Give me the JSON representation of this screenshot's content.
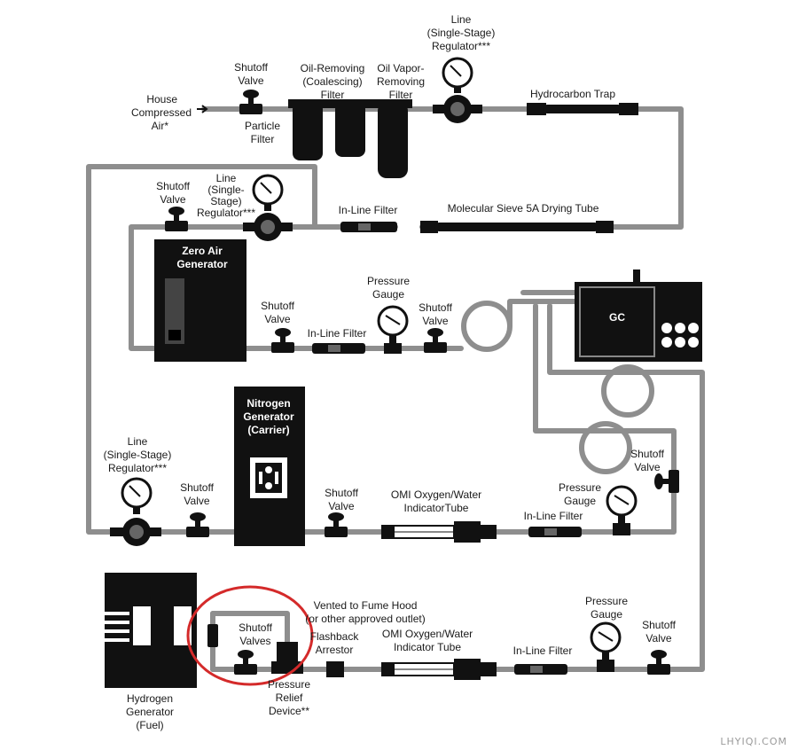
{
  "labels": {
    "house_air": [
      "House",
      "Compressed",
      "Air*"
    ],
    "top_shutoff": [
      "Shutoff",
      "Valve"
    ],
    "particle": [
      "Particle",
      "Filter"
    ],
    "oil_removing": [
      "Oil-Removing",
      "(Coalescing)",
      "Filter"
    ],
    "oil_vapor": [
      "Oil Vapor-",
      "Removing",
      "Filter"
    ],
    "top_regulator": [
      "Line",
      "(Single-Stage)",
      "Regulator***"
    ],
    "hydrocarbon": [
      "Hydrocarbon Trap"
    ],
    "za_shutoff": [
      "Shutoff",
      "Valve"
    ],
    "za_regulator": [
      "Line",
      "(Single-",
      "Stage)",
      "Regulator***"
    ],
    "za_inline": [
      "In-Line Filter"
    ],
    "mol_sieve": [
      "Molecular Sieve 5A Drying Tube"
    ],
    "zero_air": [
      "Zero Air",
      "Generator"
    ],
    "row3_shutoff1": [
      "Shutoff",
      "Valve"
    ],
    "row3_inline": [
      "In-Line Filter"
    ],
    "row3_gauge": [
      "Pressure",
      "Gauge"
    ],
    "row3_shutoff2": [
      "Shutoff",
      "Valve"
    ],
    "gc": [
      "GC"
    ],
    "nitrogen": [
      "Nitrogen",
      "Generator",
      "(Carrier)"
    ],
    "row4_regulator": [
      "Line",
      "(Single-Stage)",
      "Regulator***"
    ],
    "row4_shutoff1": [
      "Shutoff",
      "Valve"
    ],
    "row4_shutoff2": [
      "Shutoff",
      "Valve"
    ],
    "row4_omi": [
      "OMI Oxygen/Water",
      "IndicatorTube"
    ],
    "row4_inline": [
      "In-Line Filter"
    ],
    "row4_gauge": [
      "Pressure",
      "Gauge"
    ],
    "row4_shutoff_right": [
      "Shutoff",
      "Valve"
    ],
    "vented": [
      "Vented to Fume Hood",
      "(or other approved outlet)"
    ],
    "h2_shutoffs": [
      "Shutoff",
      "Valves"
    ],
    "flashback": [
      "Flashback",
      "Arrestor"
    ],
    "row5_omi": [
      "OMI Oxygen/Water",
      "Indicator Tube"
    ],
    "row5_inline": [
      "In-Line Filter"
    ],
    "row5_gauge": [
      "Pressure",
      "Gauge"
    ],
    "row5_shutoff": [
      "Shutoff",
      "Valve"
    ],
    "relief": [
      "Pressure",
      "Relief",
      "Device**"
    ],
    "hydrogen": [
      "Hydrogen",
      "Generator",
      "(Fuel)"
    ]
  },
  "watermark": "LHYIQI.COM",
  "colors": {
    "pipe": "#8e8e8e",
    "equipment": "#111111",
    "highlight": "#d42a2a"
  }
}
